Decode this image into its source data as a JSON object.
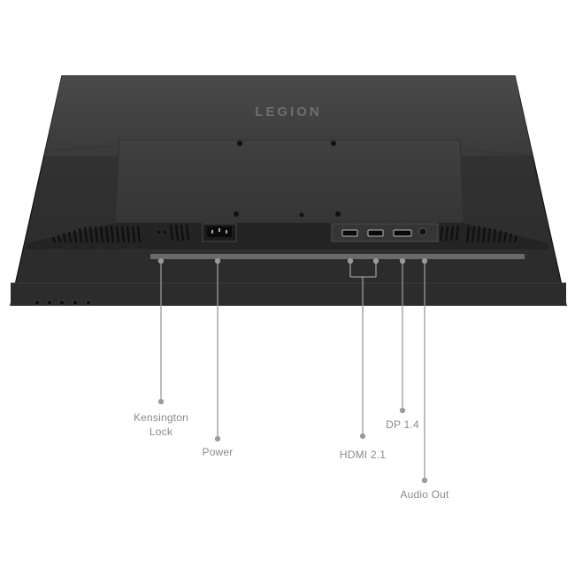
{
  "product": {
    "brand_logo": "LEGION",
    "view": "rear view of monitor with port callouts",
    "colors": {
      "body": "#3a3a3a",
      "body_dark": "#262626",
      "ledge": "#2b2b2b",
      "callout_line": "#9a9a9a",
      "label_text": "#8a8a8a",
      "background": "#ffffff"
    }
  },
  "callouts": [
    {
      "id": "kensington",
      "label_line1": "Kensington",
      "label_line2": "Lock"
    },
    {
      "id": "power",
      "label_line1": "Power"
    },
    {
      "id": "hdmi",
      "label_line1": "HDMI 2.1"
    },
    {
      "id": "dp",
      "label_line1": "DP 1.4"
    },
    {
      "id": "audio",
      "label_line1": "Audio Out"
    }
  ],
  "icons": {
    "mount_holes": "vesa-mount-hole-icon",
    "buttons": "osd-button-icon",
    "vents": "vent-slot-icon"
  }
}
